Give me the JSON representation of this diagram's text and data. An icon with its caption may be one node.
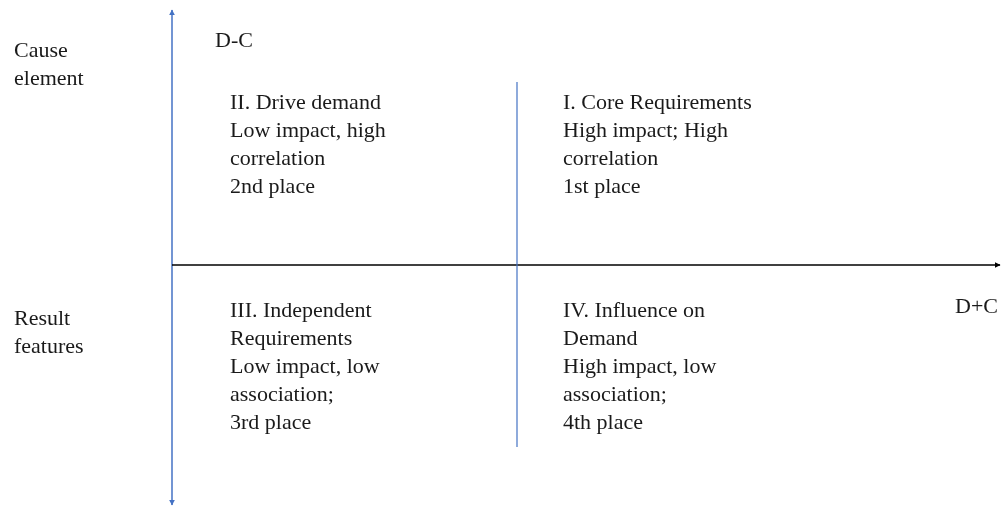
{
  "diagram": {
    "labels": [
      "Cause element",
      "D-C",
      "II. Drive demand",
      "Low impact, high correlation",
      "2nd place",
      "I. Core Requirements",
      "High impact; High correlation",
      "1st place",
      "D+C",
      "Result features",
      "III. Independent Requirements",
      "Low impact, low association;",
      "3rd place",
      "IV. Influence on Demand",
      "High impact, low association;",
      "4th place"
    ]
  }
}
